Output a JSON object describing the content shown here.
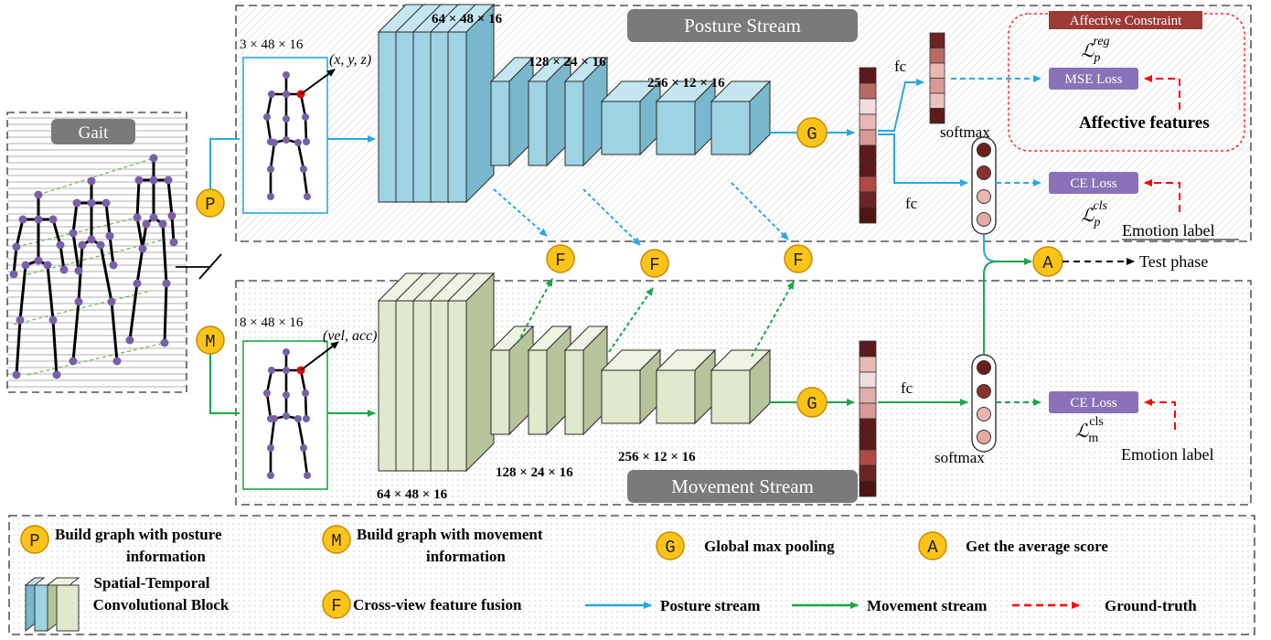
{
  "gait": {
    "title": "Gait"
  },
  "posture_stream": {
    "title": "Posture Stream",
    "input_dims": "3 × 48 × 16",
    "coord_label": "(x, y, z)",
    "block_dims": [
      "64 × 48 × 16",
      "128 × 24 × 16",
      "256 × 12 × 16"
    ],
    "fc_top": "fc",
    "fc_bottom": "fc",
    "softmax": "softmax",
    "mse_loss": "MSE Loss",
    "ce_loss": "CE Loss",
    "reg_loss_symbol": "ℒ",
    "reg_loss_sub": "p",
    "reg_loss_sup": "reg",
    "cls_loss_symbol": "ℒ",
    "cls_loss_sub": "p",
    "cls_loss_sup": "cls",
    "affective_constraint": "Affective Constraint",
    "affective_features": "Affective features",
    "emotion_label": "Emotion label"
  },
  "movement_stream": {
    "title": "Movement Stream",
    "input_dims": "8 × 48 × 16",
    "coord_label": "(vel, acc)",
    "block_dims": [
      "64 × 48 × 16",
      "128 × 24 × 16",
      "256 × 12 × 16"
    ],
    "fc": "fc",
    "softmax": "softmax",
    "ce_loss": "CE Loss",
    "cls_loss_symbol": "ℒ",
    "cls_loss_sub": "m",
    "cls_loss_sup": "cls",
    "emotion_label": "Emotion label"
  },
  "circles": {
    "P": "P",
    "M": "M",
    "G": "G",
    "F": "F",
    "A": "A"
  },
  "test_phase": "Test phase",
  "legend": {
    "p_desc": "Build graph with posture information",
    "p_line1": "Build graph with posture",
    "p_line2": "information",
    "m_line1": "Build graph with movement",
    "m_line2": "information",
    "g_desc": "Global max pooling",
    "a_desc": "Get the average score",
    "block_line1": "Spatial-Temporal",
    "block_line2": "Convolutional Block",
    "f_desc": "Cross-view feature fusion",
    "posture_arrow": "Posture stream",
    "movement_arrow": "Movement stream",
    "gt_arrow": "Ground-truth"
  },
  "colors": {
    "posture_blue": "#29a8e0",
    "movement_green": "#1aa64a",
    "ground_truth_red": "#ff0000",
    "block_blue": "#9dd3e3",
    "block_green": "#dfe9cc",
    "circle_fill": "#fcc419",
    "pill_gray": "#7a7a7a",
    "loss_purple": "#8a72b8",
    "constraint_red": "#9b3a36"
  }
}
